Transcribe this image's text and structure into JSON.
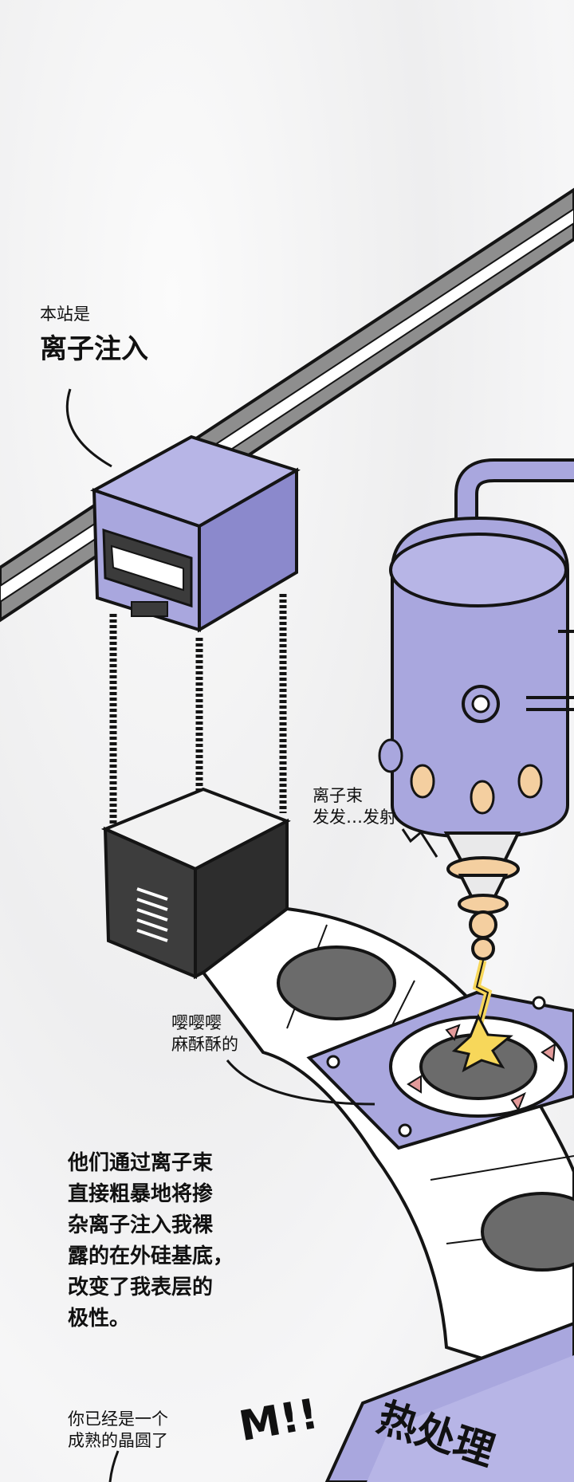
{
  "captions": {
    "station_prefix": "本站是",
    "station_name": "离子注入",
    "ion_beam": "离子束\n发发…发射",
    "tingle": "嘤嘤嘤\n麻酥酥的",
    "narration": "他们通过离子束\n直接粗暴地将掺\n杂离子注入我裸\n露的在外硅基底，\n改变了我表层的\n极性。",
    "mature": "你已经是一个\n成熟的晶圆了",
    "next_station": "热处理",
    "exclaim": "M!!"
  },
  "colors": {
    "machine_purple": "#a9a7de",
    "machine_dark": "#7d7bbf",
    "outline": "#141414",
    "belt_white": "#ffffff",
    "wafer_gray": "#6b6b6b",
    "nozzle_peach": "#f4cfa0",
    "spark_yellow": "#f7d75a",
    "rail_gray": "#8e8e8e"
  }
}
